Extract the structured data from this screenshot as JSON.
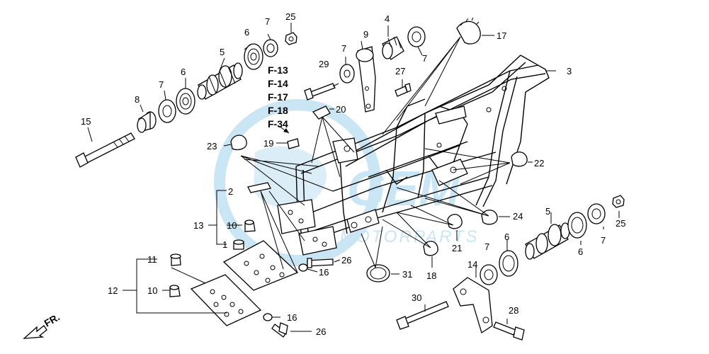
{
  "colors": {
    "watermark": "#9fd0ea",
    "ink": "#000000",
    "background": "#ffffff"
  },
  "reference_codes": [
    "F-13",
    "F-14",
    "F-17",
    "F-18",
    "F-34"
  ],
  "front_indicator": "FR.",
  "watermark": {
    "logo_text": "GEM",
    "sub_text": "MOTORPARTS"
  },
  "callouts": {
    "c1": "1",
    "c2": "2",
    "c3": "3",
    "c4": "4",
    "c5a": "5",
    "c5b": "5",
    "c6a": "6",
    "c6b": "6",
    "c6c": "6",
    "c6d": "6",
    "c7a": "7",
    "c7b": "7",
    "c7c": "7",
    "c7d": "7",
    "c7e": "7",
    "c7f": "7",
    "c8": "8",
    "c9": "9",
    "c10a": "10",
    "c10b": "10",
    "c11": "11",
    "c12": "12",
    "c13": "13",
    "c14": "14",
    "c15": "15",
    "c16a": "16",
    "c16b": "16",
    "c17": "17",
    "c18": "18",
    "c19": "19",
    "c20": "20",
    "c21": "21",
    "c22": "22",
    "c23": "23",
    "c24": "24",
    "c25a": "25",
    "c25b": "25",
    "c26a": "26",
    "c26b": "26",
    "c27": "27",
    "c28": "28",
    "c29": "29",
    "c30": "30",
    "c31": "31"
  }
}
